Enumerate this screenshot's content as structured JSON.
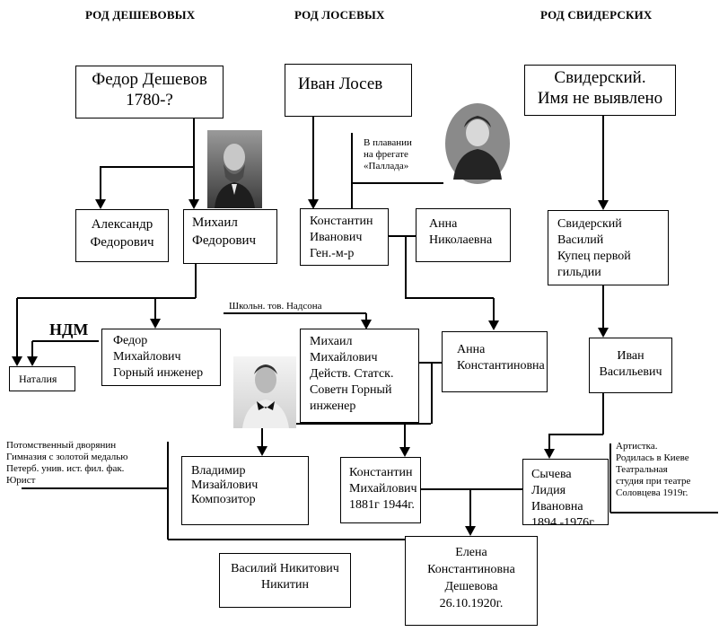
{
  "headers": {
    "deshevov": "РОД ДЕШЕВОВЫХ",
    "losev": "РОД ЛОСЕВЫХ",
    "svidersky": "РОД СВИДЕРСКИХ"
  },
  "persons": {
    "fedor_deshevov": "Федор  Дешевов\n1780-?",
    "ivan_losev": "Иван Лосев",
    "svidersky_unknown": "Свидерский.\nИмя не выявлено",
    "aleksandr": "Александр\nФедорович",
    "mikhail_fed": "Михаил\nФедорович",
    "konstantin_ivanovich": "Константин\nИванович\nГен.-м-р",
    "anna_nikolaevna": "Анна\nНиколаевна",
    "vasily_svidersky": "Свидерский\nВасилий\nКупец первой\nгильдии",
    "natalia": "Наталия",
    "fedor_mikh": "Федор\nМихайлович\nГорный инженер",
    "mikhail_mikh": "Михаил\nМихайлович\nДейств. Статск.\nСоветн  Горный\nинженер",
    "anna_konst": "Анна\nКонстантиновна",
    "ivan_vas": "Иван\nВасильевич",
    "vladimir": "Владимир Мизайлович\nКомпозитор",
    "konstantin_mikh": "Константин\nМихайлович\n1881г 1944г.",
    "sycheva": "Сычева Лидия\nИвановна\n1894 -1976г",
    "vasily_nikitin": "Василий Никитович\nНикитин",
    "elena": "Елена\nКонстантиновна\nДешевова\n26.10.1920г."
  },
  "notes": {
    "pallada": "В плавании\nна фрегате\n«Паллада»",
    "nadson": "Школьн. тов. Надсона",
    "ndm": "НДМ",
    "vladimir_bio": "Потомственный дворянин\nГимназия с золотой медалью\nПетерб. унив. ист. фил. фак.\nЮрист",
    "actress": "Артистка.\nРодилась в Киеве\nТеатральная\nстудия при театре\nСоловцева 1919г."
  }
}
